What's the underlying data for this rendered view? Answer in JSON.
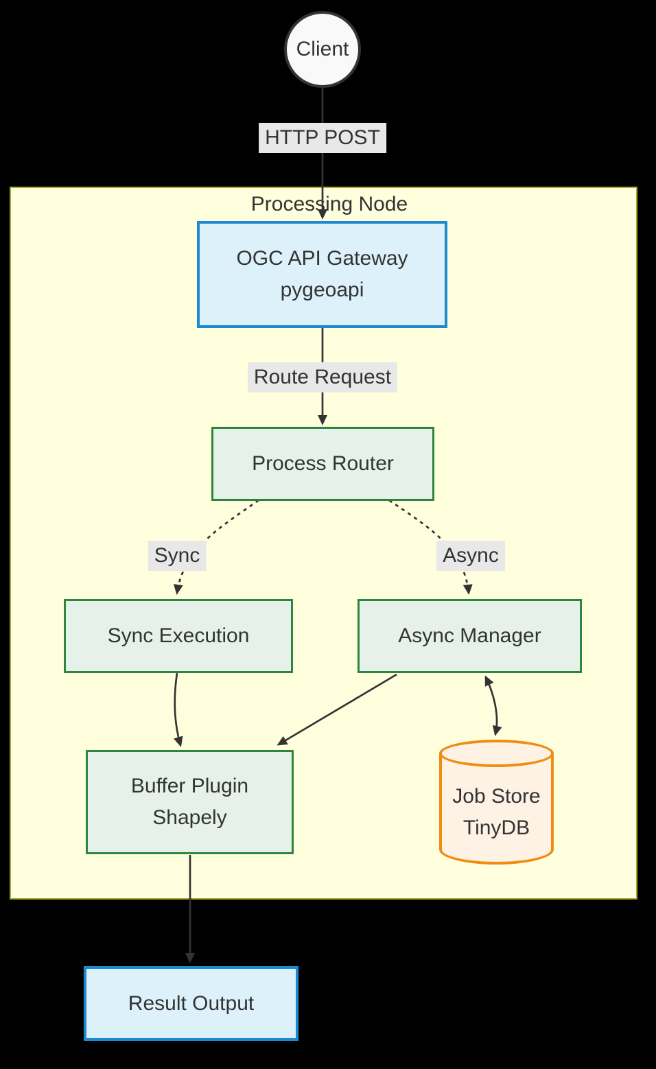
{
  "diagram": {
    "type": "flowchart",
    "cluster": {
      "title": "Processing Node"
    },
    "nodes": {
      "client": {
        "label": "Client",
        "shape": "circle"
      },
      "gateway": {
        "line1": "OGC API Gateway",
        "line2": "pygeoapi",
        "shape": "rect",
        "style": "blue"
      },
      "router": {
        "label": "Process Router",
        "shape": "rect",
        "style": "green"
      },
      "sync_exec": {
        "label": "Sync Execution",
        "shape": "rect",
        "style": "green"
      },
      "async_mgr": {
        "label": "Async Manager",
        "shape": "rect",
        "style": "green"
      },
      "buffer": {
        "line1": "Buffer Plugin",
        "line2": "Shapely",
        "shape": "rect",
        "style": "green"
      },
      "jobstore": {
        "line1": "Job Store",
        "line2": "TinyDB",
        "shape": "cylinder",
        "style": "orange"
      },
      "result": {
        "label": "Result Output",
        "shape": "rect",
        "style": "blue"
      }
    },
    "edge_labels": {
      "http_post": "HTTP POST",
      "route_request": "Route Request",
      "sync": "Sync",
      "async": "Async"
    },
    "connections": [
      {
        "from": "client",
        "to": "gateway",
        "label": "HTTP POST",
        "line": "solid",
        "arrow": "forward"
      },
      {
        "from": "gateway",
        "to": "router",
        "label": "Route Request",
        "line": "solid",
        "arrow": "forward"
      },
      {
        "from": "router",
        "to": "sync_exec",
        "label": "Sync",
        "line": "dashed",
        "arrow": "forward"
      },
      {
        "from": "router",
        "to": "async_mgr",
        "label": "Async",
        "line": "dashed",
        "arrow": "forward"
      },
      {
        "from": "sync_exec",
        "to": "buffer",
        "label": "",
        "line": "solid",
        "arrow": "forward"
      },
      {
        "from": "async_mgr",
        "to": "buffer",
        "label": "",
        "line": "solid",
        "arrow": "forward"
      },
      {
        "from": "async_mgr",
        "to": "jobstore",
        "label": "",
        "line": "solid",
        "arrow": "both"
      },
      {
        "from": "buffer",
        "to": "result",
        "label": "",
        "line": "solid",
        "arrow": "forward"
      }
    ],
    "colors": {
      "canvas_bg": "#000000",
      "cluster_fill": "#ffffde",
      "cluster_border": "#aaaa33",
      "blue_fill": "#ddf1fb",
      "blue_border": "#1b8ad1",
      "green_fill": "#e6f2e9",
      "green_border": "#2e8540",
      "cylinder_fill": "#fdf2e4",
      "cylinder_border": "#f08c10",
      "circle_fill": "#f9f9f9",
      "edge_stroke": "#333333",
      "edge_label_bg": "#e8e8e8",
      "text": "#333333"
    }
  }
}
